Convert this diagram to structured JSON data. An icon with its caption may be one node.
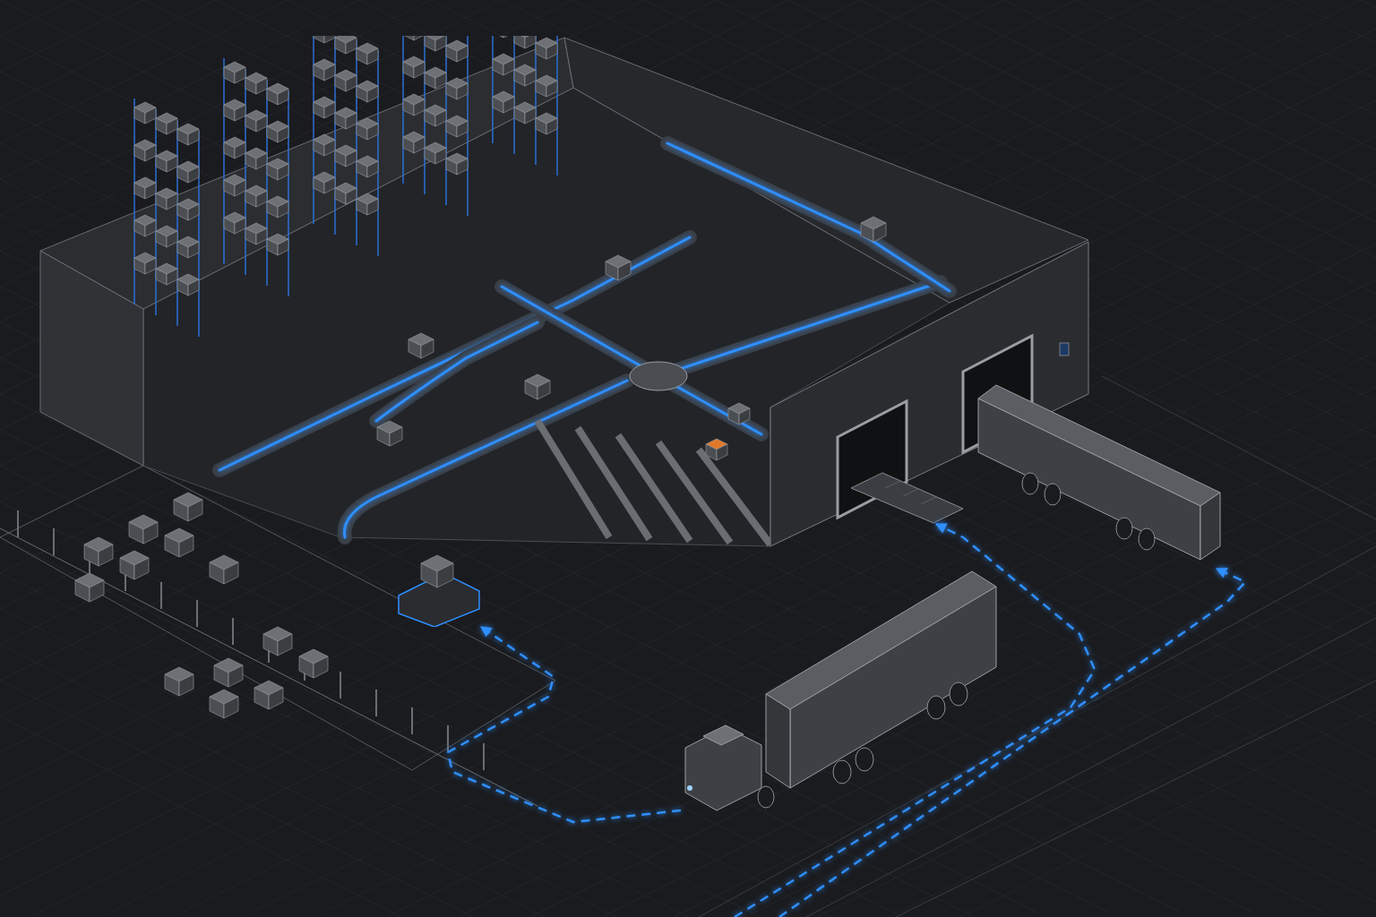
{
  "diagram": {
    "nodes": [
      {
        "text": [],
        "shape": "picture"
      },
      {
        "text": [],
        "shape": "picture"
      },
      {
        "text": [],
        "shape": "picture"
      },
      {
        "text": [],
        "shape": "picture"
      },
      {
        "text": [],
        "shape": "picture"
      }
    ],
    "edges": [
      {
        "from": 2,
        "to": 1,
        "arrow": "to",
        "style": "dashed"
      },
      {
        "from": null,
        "to": 3,
        "arrow": "to",
        "style": "dashed"
      },
      {
        "from": null,
        "to": 4,
        "arrow": "to",
        "style": "dashed"
      }
    ]
  }
}
